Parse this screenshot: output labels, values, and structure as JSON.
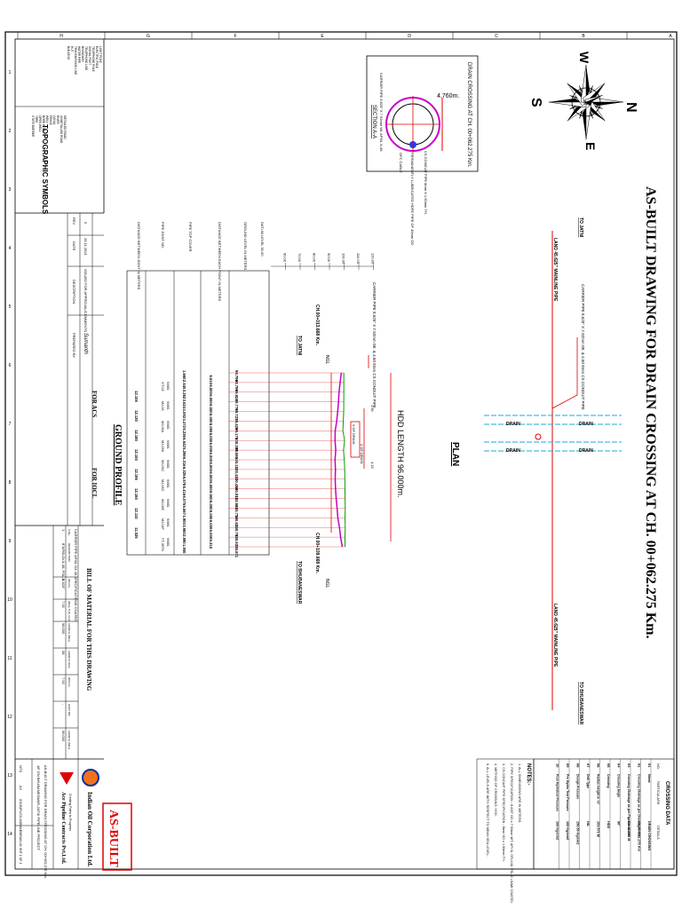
{
  "drawing": {
    "title": "AS-BUILT DRAWING FOR DRAIN CROSSING AT CH. 00+062.275 Km.",
    "plan_label": "PLAN",
    "ground_profile_label": "GROUND PROFILE",
    "hdd_length": "HDD LENGTH 96.000m.",
    "to_jatni_top": "TO JATNI",
    "to_bhubaneswar_top": "TO BHUBANESWAR",
    "to_jatni_profile": "TO JATNI",
    "to_bhubaneswar_profile": "TO BHUBANESWAR",
    "land_left": "LAND 45.625\" MAINLINE PIPE",
    "land_right": "LAND 45.625\" MAINLINE PIPE",
    "carrier_pipe_note": "CARRIER PIPE 8.625\" X 7.92mm Wt. & 4.50 8mm CS CONDUIT PIPE",
    "carrier_pipe_note_top": "CARRIER PIPE 8.625\" X 7.92mm Wt. & 4.50 8mm CS CONDUIT PIPE",
    "ch_left": "CH.00+013.668 Km.",
    "ch_right": "CH.00+109.668 Km.",
    "ngl_left": "NGL",
    "ngl_right": "NGL",
    "drain_labels": [
      "DRAIN",
      "DRAIN",
      "DRAIN",
      "DRAIN"
    ],
    "of_drain_1": "¢ OF DRAIN",
    "of_drain_2": "¢ OF DRAIN",
    "dim_1": "1.60",
    "dim_2": "4.15",
    "datum": "DATUM LEVEL 50.00",
    "row_headers": [
      "GROUND LEVEL IN METERS",
      "DISTANCE BETWEEN EACH POINT IN METERS",
      "PIPE TOP COVER",
      "PIPE JOINT NO.",
      "DISTANCE BETWEEN JOINT IN METERS"
    ],
    "elev_axis": [
      "120.00",
      "110.00",
      "100.00",
      "90.00",
      "80.00",
      "70.00",
      "60.00"
    ],
    "ground_levels": [
      "99.796",
      "99.796",
      "99.824",
      "99.776",
      "99.721",
      "99.426",
      "99.176",
      "100.339",
      "99.586",
      "100.111",
      "100.421",
      "100.486",
      "100.571",
      "100.661",
      "100.776",
      "100.621",
      "100.791",
      "100.571",
      "100.671"
    ],
    "distances": [
      "6.510",
      "6.000",
      "6.000",
      "6.000",
      "6.000",
      "6.000",
      "6.000",
      "6.000",
      "6.000",
      "6.000",
      "6.000",
      "6.000",
      "6.000",
      "6.000",
      "6.000",
      "6.000",
      "6.000",
      "6.310"
    ],
    "covers": [
      "1.660",
      "2.545",
      "3.262",
      "3.624",
      "4.092",
      "4.472",
      "5.236",
      "6.542",
      "5.298",
      "6.316",
      "6.325",
      "6.576",
      "6.416",
      "6.075",
      "5.567",
      "4.900",
      "3.960",
      "2.990",
      "1.900"
    ],
    "joints": [
      "KM01 GT-02",
      "KM01 MJ-03",
      "KM01 MJ-03A",
      "KM01 MJ-03B",
      "KM01 MJ-03C",
      "KM01 MJ-03D",
      "KM01 MJ-03E",
      "KM01 MJ-03F",
      "KM01 FT-30TN"
    ],
    "joint_distances": [
      "12.105",
      "12.130",
      "12.180",
      "12.100",
      "12.195",
      "12.160",
      "12.110",
      "11.025"
    ],
    "section": {
      "title": "DRAIN CROSSING AT CH. 00+062.275 Km.",
      "dim": "4.760m.",
      "label": "SECTION A-A",
      "carrier_note": "CARRIER PIPE 8.625\" X 7.92mm Wt. API5L X-46",
      "conduit_note": "CS CONDUIT PIPE 8mm X 1.50mm TH.",
      "hdpe_note": "PERMANENTLY LUBRICATED HDPE PIPE OF 40mm OD",
      "ofc_note": "OFC CABLE"
    },
    "north": [
      "N",
      "E",
      "S",
      "W"
    ],
    "grid_top": [
      "H",
      "G",
      "F",
      "E",
      "D",
      "C",
      "B",
      "A"
    ],
    "grid_side": [
      "1",
      "2",
      "3",
      "4",
      "5",
      "6",
      "7",
      "8",
      "9",
      "10",
      "11",
      "12",
      "13",
      "14"
    ]
  },
  "legend": {
    "title": "TOPOGRAPHIC SYMBOLS",
    "items": [
      "LIGHT POLE",
      "ELECTRIC POLE",
      "TELEPHONE POLE",
      "SIGNAL POST",
      "TELEPHONE LINE",
      "BOUNDARY",
      "WATER PIPE",
      "TRANSMISSION LINE",
      "HUT",
      "BUILDING",
      "METALLED ROAD",
      "UNMETALLED ROAD",
      "RIVER",
      "CANAL",
      "FENCE",
      "WELL",
      "BORE HOLE",
      "OPEN WELL",
      "TREE",
      "STATE BORDER"
    ]
  },
  "revision": {
    "columns": [
      "REV",
      "DATE",
      "DESCRIPTION",
      "PREPARED BY"
    ],
    "row": [
      "0",
      "25.11.2021",
      "ISSUED FOR APPROVAL/COMMENTS",
      "Sumanth"
    ],
    "for_acs": "FOR ACS",
    "for_ioc": "FOR IOCL"
  },
  "bom": {
    "title": "BILL OF MATERIAL FOR THIS DRAWING",
    "desc": "CARRIER PIPE API5L GX 46 SPECIFICATIONS COATED",
    "columns": [
      "S.No.",
      "DESCRIPTION",
      "OD (in)",
      "WALL THK. (mm)",
      "LENGTH (Mtrs)",
      "LENGTH (Km)",
      "W/Tmm",
      "COAT NO.",
      "LENGTH (Mtrs)"
    ],
    "row": [
      "1",
      "8\"API5LGr.X-46, PSL-2",
      "8.625\"",
      "7.92",
      "96.000",
      "08",
      "7.92",
      "-",
      "96.000"
    ]
  },
  "crossing_data": {
    "title": "CROSSING DATA",
    "columns": [
      "NO.",
      "PARTICULARS",
      "DETAILS"
    ],
    "rows": [
      [
        "01",
        "Name",
        "DRAIN CROSSING"
      ],
      [
        "02",
        "Crossing Chainage as per Drawing in Km",
        "CH.00+062.275 Km"
      ],
      [
        "03",
        "Crossing Chainage as per Pipeline in Km",
        "CH.62.275 M"
      ],
      [
        "04",
        "Crossing Angle",
        "90°"
      ],
      [
        "05",
        "Crossing",
        "HDD"
      ],
      [
        "06",
        "Radius Height in 'm'",
        "103.571 M"
      ],
      [
        "07",
        "Drill Type",
        "NIL"
      ],
      [
        "08",
        "Design Pressure",
        "150.50 Kg/cm2"
      ],
      [
        "09",
        "Pre Hydro Test Pressure",
        "160 Kg/cm2"
      ],
      [
        "10",
        "Post Hydrotest Pressure",
        "160 Kg/cm2"
      ]
    ]
  },
  "notes": {
    "title": "NOTES:-",
    "items": [
      "1. ALL DIMENSIONS ARE IN METERS.",
      "2. PIPE SPECIFICATION - 8.625\" OD x 7.92mm WT. API 5L GR-X46, PSL-2 LSAW COATED.",
      "3. CS CONDUIT PIPE SPECIFICATION - 8mm OD x 1.50mm TH.",
      "4. METHOD OF CROSSING: HDD.",
      "5. ALL LEVELS ARE WITH RESPECT TO MEAN SEA LEVEL."
    ]
  },
  "title_block": {
    "stamp": "AS-BUILT",
    "client": "Indian Oil Corporation Ltd.",
    "contractor": "Ace Pipeline Contracts Pvt.Ltd.",
    "contractor_sub": "Creating Paths to Progress",
    "project": "18\" DN BHUBANESWAR-JATNI PIPELINE PROJECT",
    "drawing_title": "AS-BUILT DRAWING FOR DRAIN CROSSING AT CH. 00+062.275 Km.",
    "drawing_no": "IOC/BJPL/CS-ASBUILT/DRAIN-01 SHT 1 OF 1",
    "scale": "NTS",
    "size": "A3",
    "rev": "0"
  },
  "colors": {
    "red": "#e00000",
    "cyan": "#1ea8d8",
    "magenta": "#c800c8",
    "green": "#00a000",
    "blue": "#2040ff"
  }
}
